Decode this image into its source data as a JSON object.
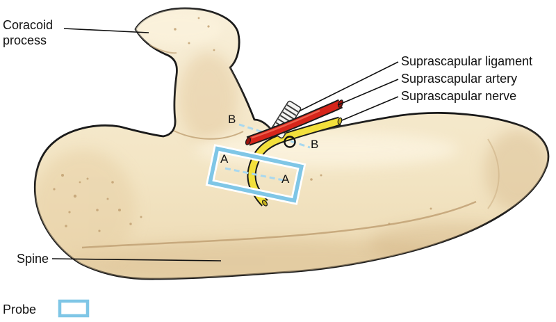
{
  "labels": {
    "coracoid_line1": "Coracoid",
    "coracoid_line2": "process",
    "spine": "Spine",
    "ligament": "Suprascapular ligament",
    "artery": "Suprascapular artery",
    "nerve": "Suprascapular nerve",
    "probe_legend": "Probe"
  },
  "markers": {
    "a1": "A",
    "a2": "A",
    "b1": "B",
    "b2": "B"
  },
  "colors": {
    "artery": "#d6251b",
    "artery_dark": "#9c120c",
    "nerve": "#f3e03c",
    "nerve_dark": "#c9b41e",
    "probe": "#7fc6e6",
    "probe_dash": "#a8d8ef",
    "outline": "#1a1a1a"
  }
}
